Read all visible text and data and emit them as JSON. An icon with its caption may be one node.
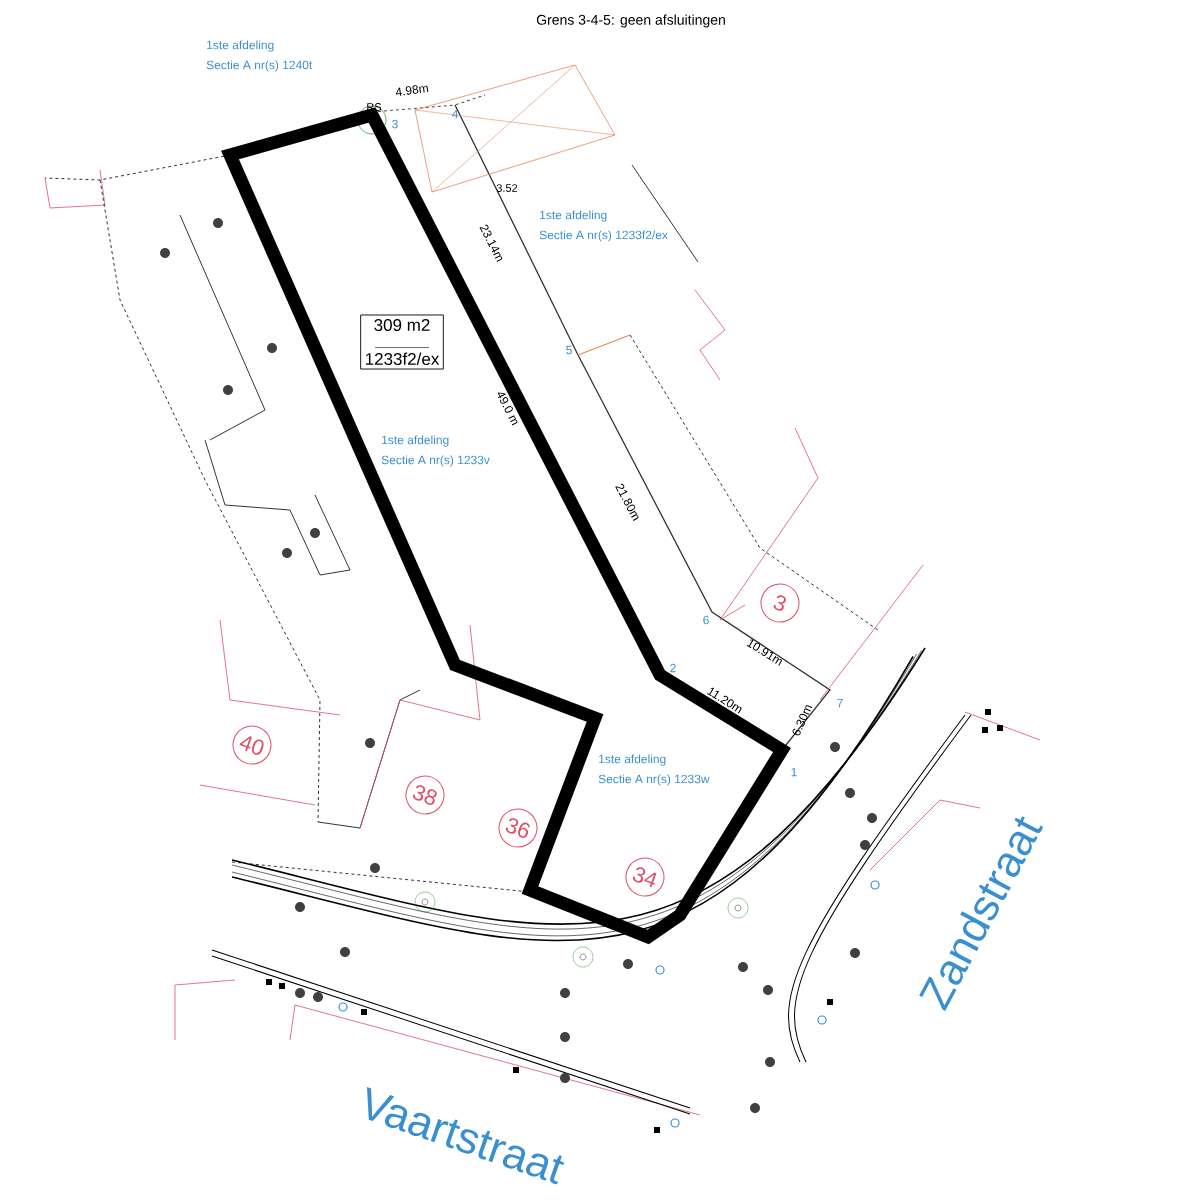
{
  "diagram": {
    "nodes": [
      {
        "text": [
          "309 m2",
          "1233f2/ex"
        ]
      },
      {
        "text": [
          "3"
        ]
      },
      {
        "text": [
          "40"
        ]
      },
      {
        "text": [
          "38"
        ]
      },
      {
        "text": [
          "36"
        ]
      },
      {
        "text": [
          "34"
        ]
      }
    ],
    "labels": [
      "Grens 3-4-5: geen afsluitingen",
      "1ste afdeling",
      "Sectie  A nr(s)  1240t",
      "4.98m",
      "RS",
      "3",
      "4",
      "3.52",
      "1ste afdeling",
      "Sectie  A nr(s)  1233f2/ex",
      "23.14m",
      "5",
      "49.0 m",
      "1ste afdeling",
      "Sectie  A nr(s)  1233v",
      "21.80m",
      "6",
      "10.91m",
      "2",
      "11.20m",
      "6.30m",
      "7",
      "1",
      "1ste afdeling",
      "Sectie  A nr(s)  1233w",
      "Zandstraat",
      "Vaartstraat"
    ]
  }
}
